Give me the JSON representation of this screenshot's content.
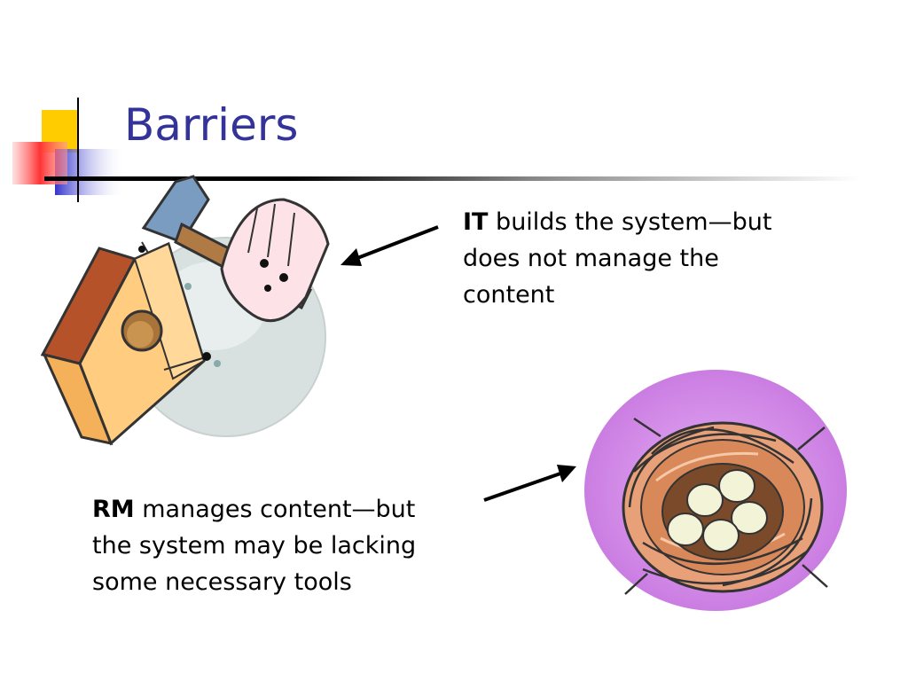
{
  "slide": {
    "title": "Barriers",
    "bullets": [
      {
        "emphasis": "IT",
        "lines": [
          " builds the system—but",
          "does not manage the",
          "content"
        ]
      },
      {
        "emphasis": "RM",
        "lines": [
          " manages content—but",
          "the system may be lacking",
          "some necessary tools"
        ]
      }
    ]
  },
  "colors": {
    "title": "#333399",
    "accent_yellow": "#FFCC00",
    "accent_red": "#FF3333",
    "accent_blue": "#3333CC",
    "nest_purple": "#CC77E8"
  },
  "icons": {
    "birdhouse_clipart": "birdhouse-hammer-icon",
    "nest_clipart": "nest-eggs-icon",
    "arrow_it": "arrow-left-icon",
    "arrow_rm": "arrow-right-icon"
  }
}
